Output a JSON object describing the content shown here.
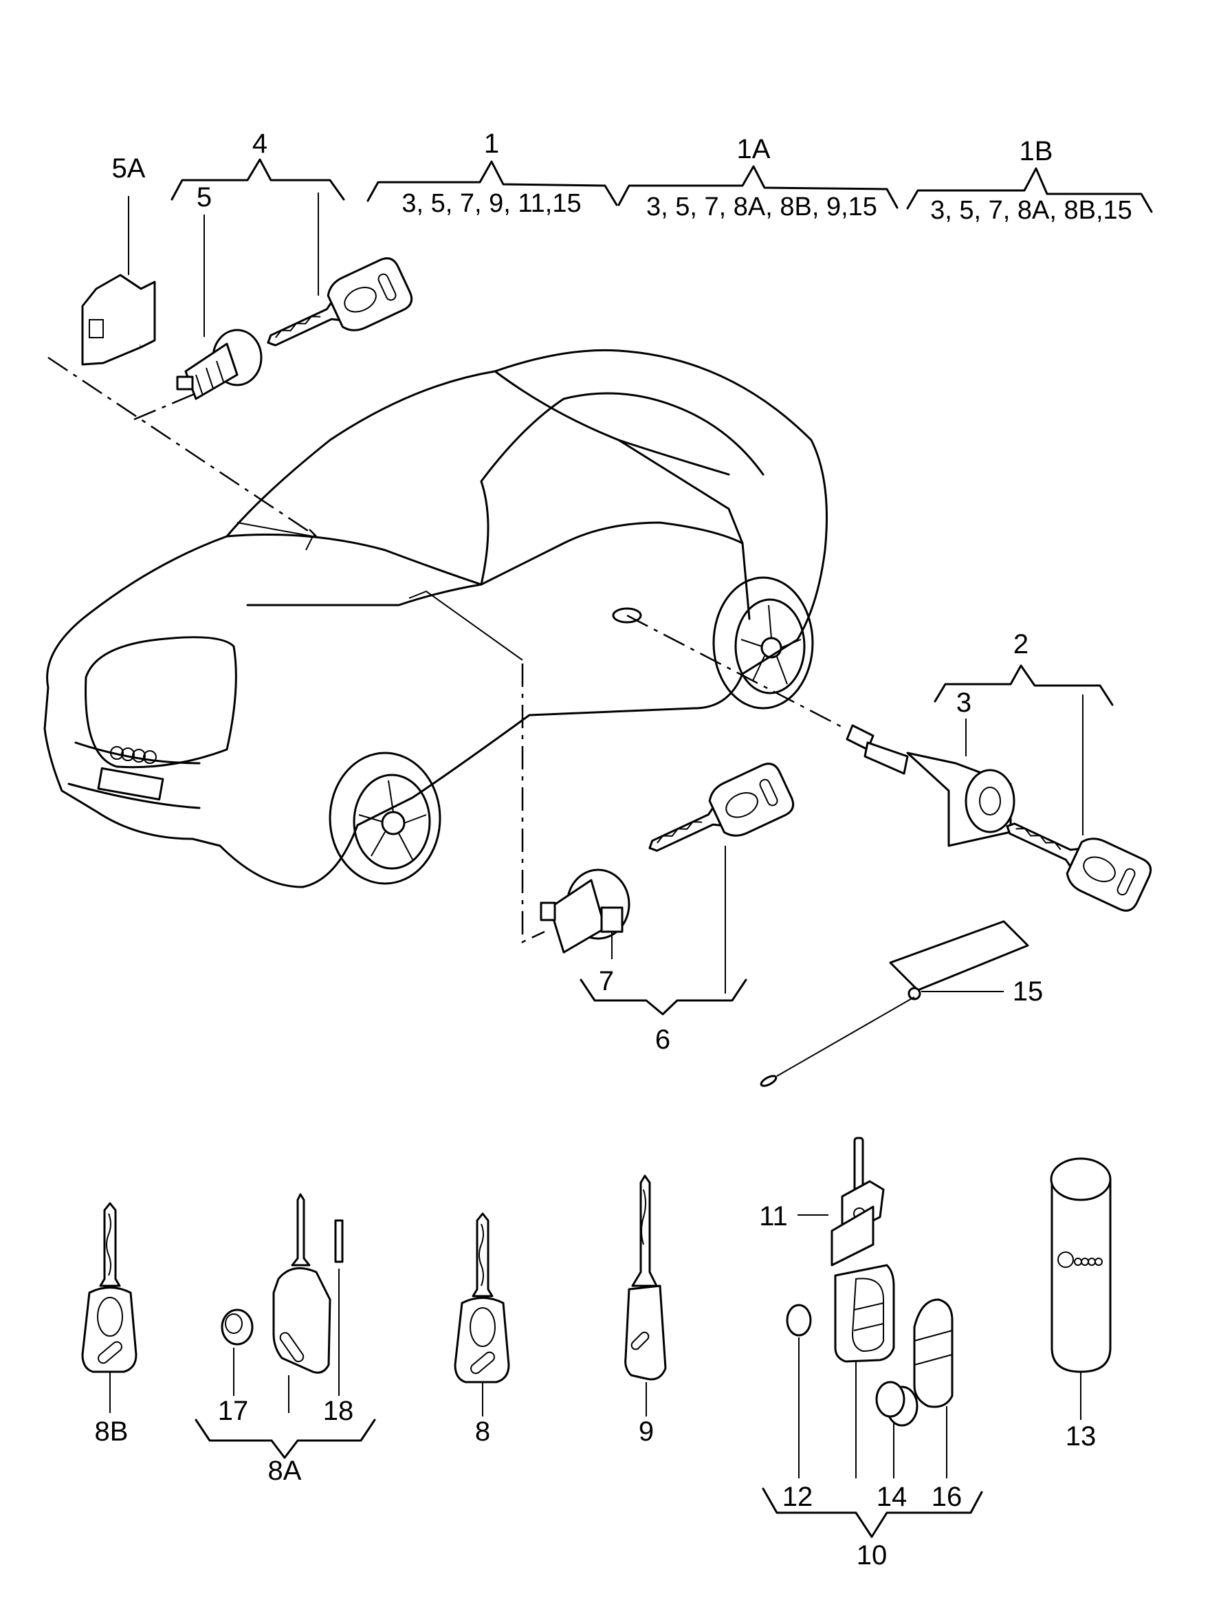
{
  "groups": {
    "g1": {
      "label": "1",
      "contents": "3, 5, 7, 9, 11,15"
    },
    "g1A": {
      "label": "1A",
      "contents": "3, 5, 7, 8A, 8B, 9,15"
    },
    "g1B": {
      "label": "1B",
      "contents": "3, 5, 7, 8A, 8B,15"
    },
    "g4": {
      "label": "4"
    },
    "g2": {
      "label": "2"
    },
    "g6": {
      "label": "6"
    },
    "g8A": {
      "label": "8A"
    },
    "g10": {
      "label": "10"
    }
  },
  "parts": {
    "p5A": "5A",
    "p5": "5",
    "p3": "3",
    "p7": "7",
    "p15": "15",
    "p8B": "8B",
    "p17": "17",
    "p18": "18",
    "p8": "8",
    "p9": "9",
    "p11": "11",
    "p12": "12",
    "p14": "14",
    "p16": "16",
    "p13": "13"
  },
  "colors": {
    "ink": "#000000",
    "paper": "#ffffff"
  }
}
